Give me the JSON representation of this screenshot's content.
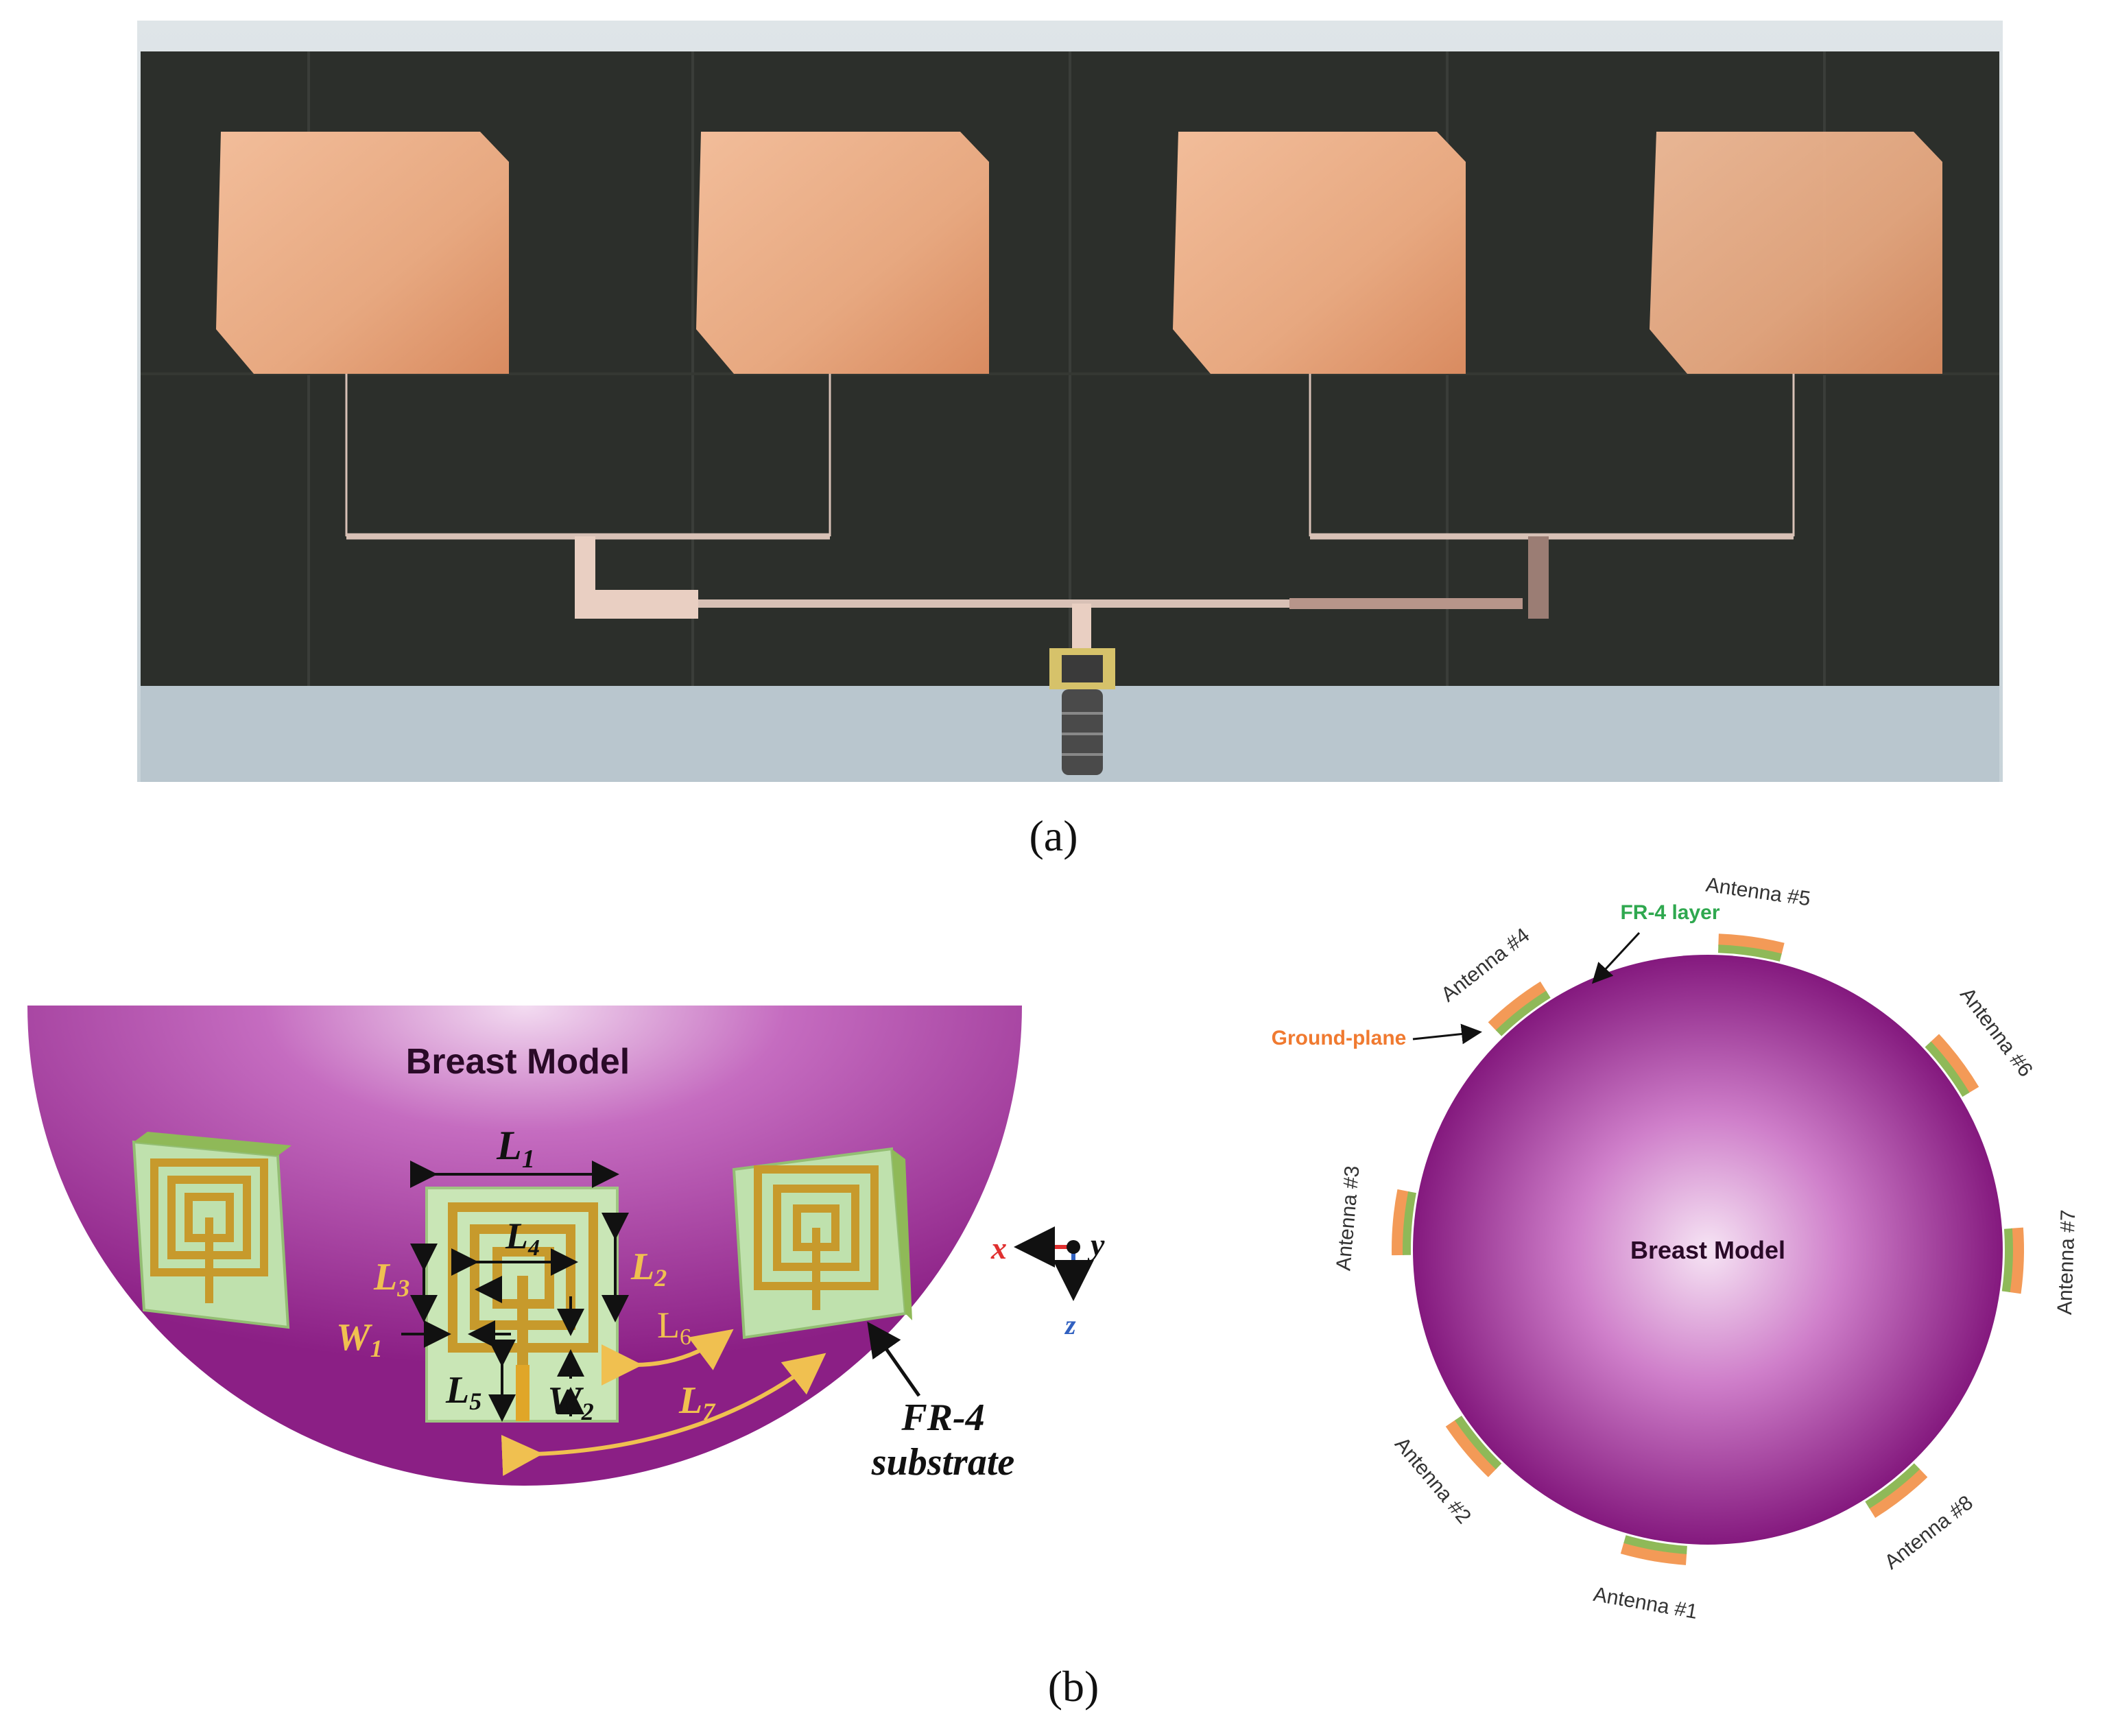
{
  "panel_a": {
    "caption": "(a)",
    "patch_count": 4
  },
  "panel_b": {
    "caption": "(b)",
    "left": {
      "title": "Breast Model",
      "dim": {
        "L1": {
          "base": "L",
          "sub": "1"
        },
        "L2": {
          "base": "L",
          "sub": "2"
        },
        "L3": {
          "base": "L",
          "sub": "3"
        },
        "L4": {
          "base": "L",
          "sub": "4"
        },
        "L5": {
          "base": "L",
          "sub": "5"
        },
        "L6": {
          "base": "L",
          "sub": "6"
        },
        "L7": {
          "base": "L",
          "sub": "7"
        },
        "W1": {
          "base": "W",
          "sub": "1"
        },
        "W2": {
          "base": "W",
          "sub": "2"
        }
      },
      "substrate_line1": "FR-4",
      "substrate_line2": "substrate",
      "axes": {
        "x": "x",
        "y": "y",
        "z": "z"
      }
    },
    "right": {
      "center_label": "Breast Model",
      "fr4_label": "FR-4 layer",
      "ground_label": "Ground-plane",
      "antennas": [
        {
          "label": "Antenna #1",
          "angle": 100
        },
        {
          "label": "Antenna #2",
          "angle": 140
        },
        {
          "label": "Antenna #3",
          "angle": 185
        },
        {
          "label": "Antenna #4",
          "angle": 232
        },
        {
          "label": "Antenna #5",
          "angle": 278
        },
        {
          "label": "Antenna #6",
          "angle": 323
        },
        {
          "label": "Antenna #7",
          "angle": 2
        },
        {
          "label": "Antenna #8",
          "angle": 52
        }
      ]
    }
  },
  "colors": {
    "board": "#2c2f2b",
    "copper": "#e7a880",
    "purple_dark": "#8b1f85",
    "purple_light": "#f3dcf1",
    "fr4_green": "#8fb958",
    "ground_orange": "#f39a57",
    "trace_gold": "#c79a2c",
    "dim_gold": "#f0c050",
    "axis_red": "#e03030",
    "axis_blue": "#3060c0",
    "fr4_label_green": "#2fa84f",
    "ground_label_orange": "#f07a30"
  }
}
